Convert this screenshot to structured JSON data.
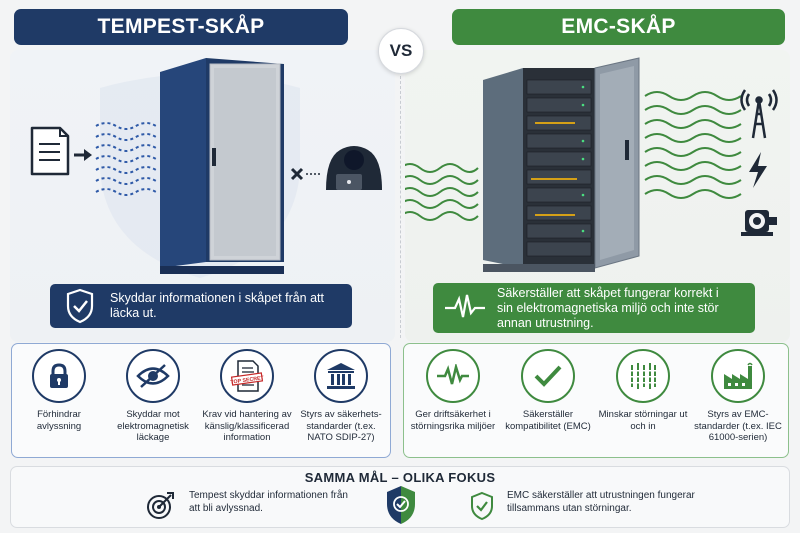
{
  "left": {
    "title": "TEMPEST-SKÅP",
    "banner": "Skyddar informationen i skåpet från att läcka ut.",
    "features": [
      {
        "icon": "padlock-icon",
        "label": "Förhindrar avlyssning"
      },
      {
        "icon": "eye-slash-icon",
        "label": "Skyddar mot elektromagnetisk läckage"
      },
      {
        "icon": "top-secret-document-icon",
        "badge": "TOP SECRET",
        "label": "Krav vid hantering av känslig/klassificerad information"
      },
      {
        "icon": "government-building-icon",
        "label": "Styrs av säkerhets-standarder (t.ex. NATO SDIP-27)"
      }
    ],
    "accent": "#1f3a66"
  },
  "vs": "VS",
  "right": {
    "title": "EMC-SKÅP",
    "banner": "Säkerställer att skåpet fungerar korrekt i sin elektromagnetiska miljö och inte stör annan utrustning.",
    "features": [
      {
        "icon": "pulse-wave-icon",
        "label": "Ger driftsäkerhet i störningsrika miljöer"
      },
      {
        "icon": "checkmark-icon",
        "label": "Säkerställer kompatibilitet (EMC)"
      },
      {
        "icon": "filter-bars-icon",
        "label": "Minskar störningar ut och in"
      },
      {
        "icon": "factory-icon",
        "label": "Styrs av EMC-standarder (t.ex. IEC 61000-serien)"
      }
    ],
    "accent": "#3f8a3f"
  },
  "bottom": {
    "title": "SAMMA MÅL – OLIKA FOKUS",
    "left_text": "Tempest skyddar informationen från att bli avlyssnad.",
    "right_text": "EMC säkerställer att utrustningen fungerar tillsammans utan störningar."
  }
}
